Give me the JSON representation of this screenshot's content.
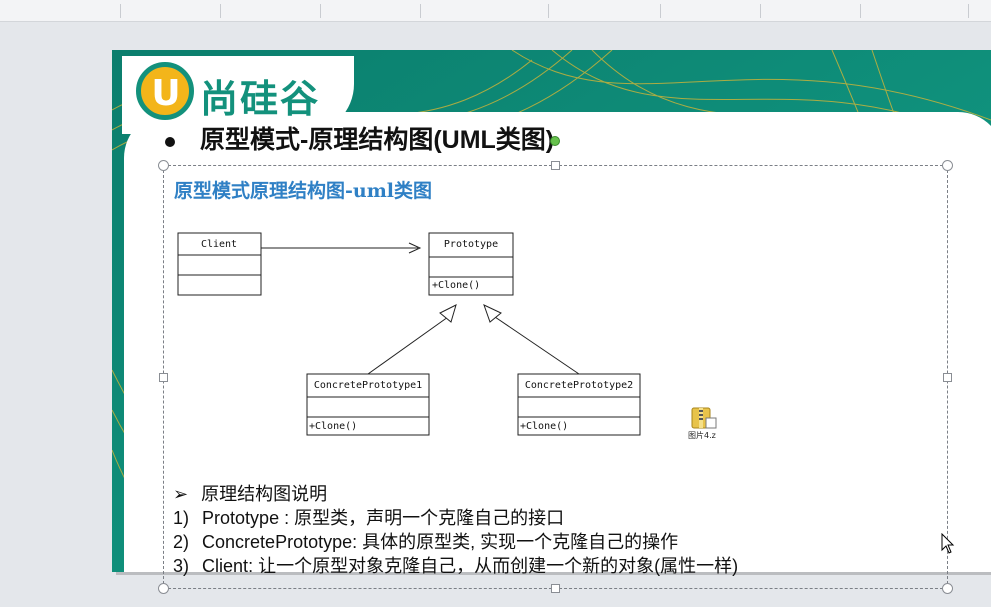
{
  "slide": {
    "logo_mark": "U",
    "logo_text": "尚硅谷",
    "bullet_title": "原型模式-原理结构图(UML类图)",
    "diagram_title": "原型模式原理结构图-uml类图"
  },
  "uml": {
    "client": "Client",
    "prototype": "Prototype",
    "prototype_method": "+Clone()",
    "concrete1": "ConcretePrototype1",
    "concrete1_method": "+Clone()",
    "concrete2": "ConcretePrototype2",
    "concrete2_method": "+Clone()"
  },
  "file_icon": {
    "icon": "folder-zip-icon",
    "label": "图片4.z"
  },
  "description": {
    "heading_marker": "➢",
    "heading": "原理结构图说明",
    "items": [
      {
        "num": "1)",
        "term": "Prototype",
        "sep": " : ",
        "text": "原型类，声明一个克隆自己的接口"
      },
      {
        "num": "2)",
        "term": "ConcretePrototype",
        "sep": ": ",
        "text": "具体的原型类, 实现一个克隆自己的操作"
      },
      {
        "num": "3)",
        "term": "Client",
        "sep": ": ",
        "text": "让一个原型对象克隆自己，从而创建一个新的对象(属性一样)"
      }
    ]
  },
  "colors": {
    "teal": "#0f8a78",
    "gold": "#f3b51a",
    "blue_title": "#2f80c5"
  }
}
